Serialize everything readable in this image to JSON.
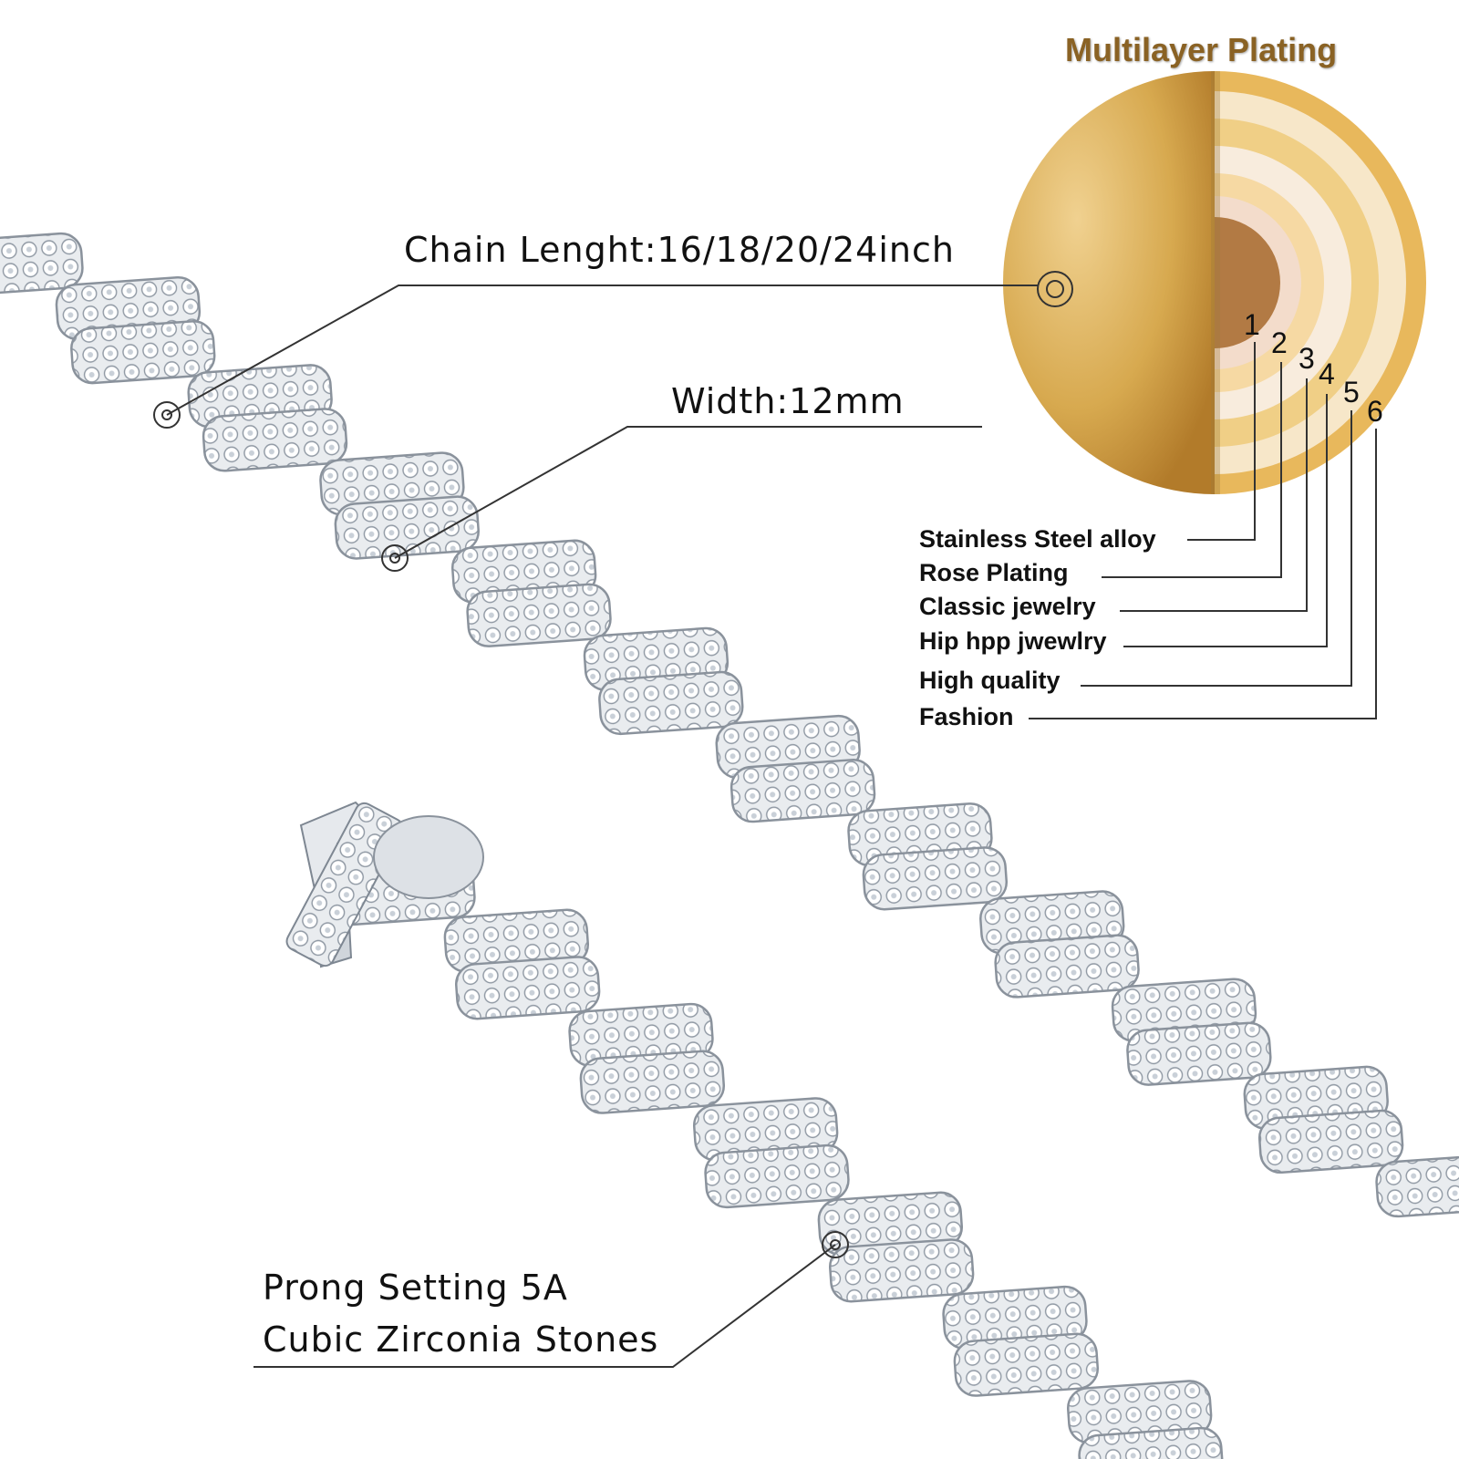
{
  "diagram": {
    "title": "Multilayer Plating",
    "callouts": {
      "length": "Chain Lenght:16/18/20/24inch",
      "width": "Width:12mm",
      "stones_line1": "Prong Setting 5A",
      "stones_line2": "Cubic Zirconia Stones"
    },
    "layers": [
      {
        "number": "1",
        "label": "Stainless Steel alloy"
      },
      {
        "number": "2",
        "label": "Rose Plating"
      },
      {
        "number": "3",
        "label": "Classic jewelry"
      },
      {
        "number": "4",
        "label": "Hip hpp jwewlry"
      },
      {
        "number": "5",
        "label": "High quality"
      },
      {
        "number": "6",
        "label": "Fashion"
      }
    ]
  },
  "colors": {
    "gold_dark": "#b8862e",
    "gold_light": "#f3d79a",
    "core": "#b27a44",
    "silver": "#d9dde2",
    "title": "#8a6224"
  }
}
